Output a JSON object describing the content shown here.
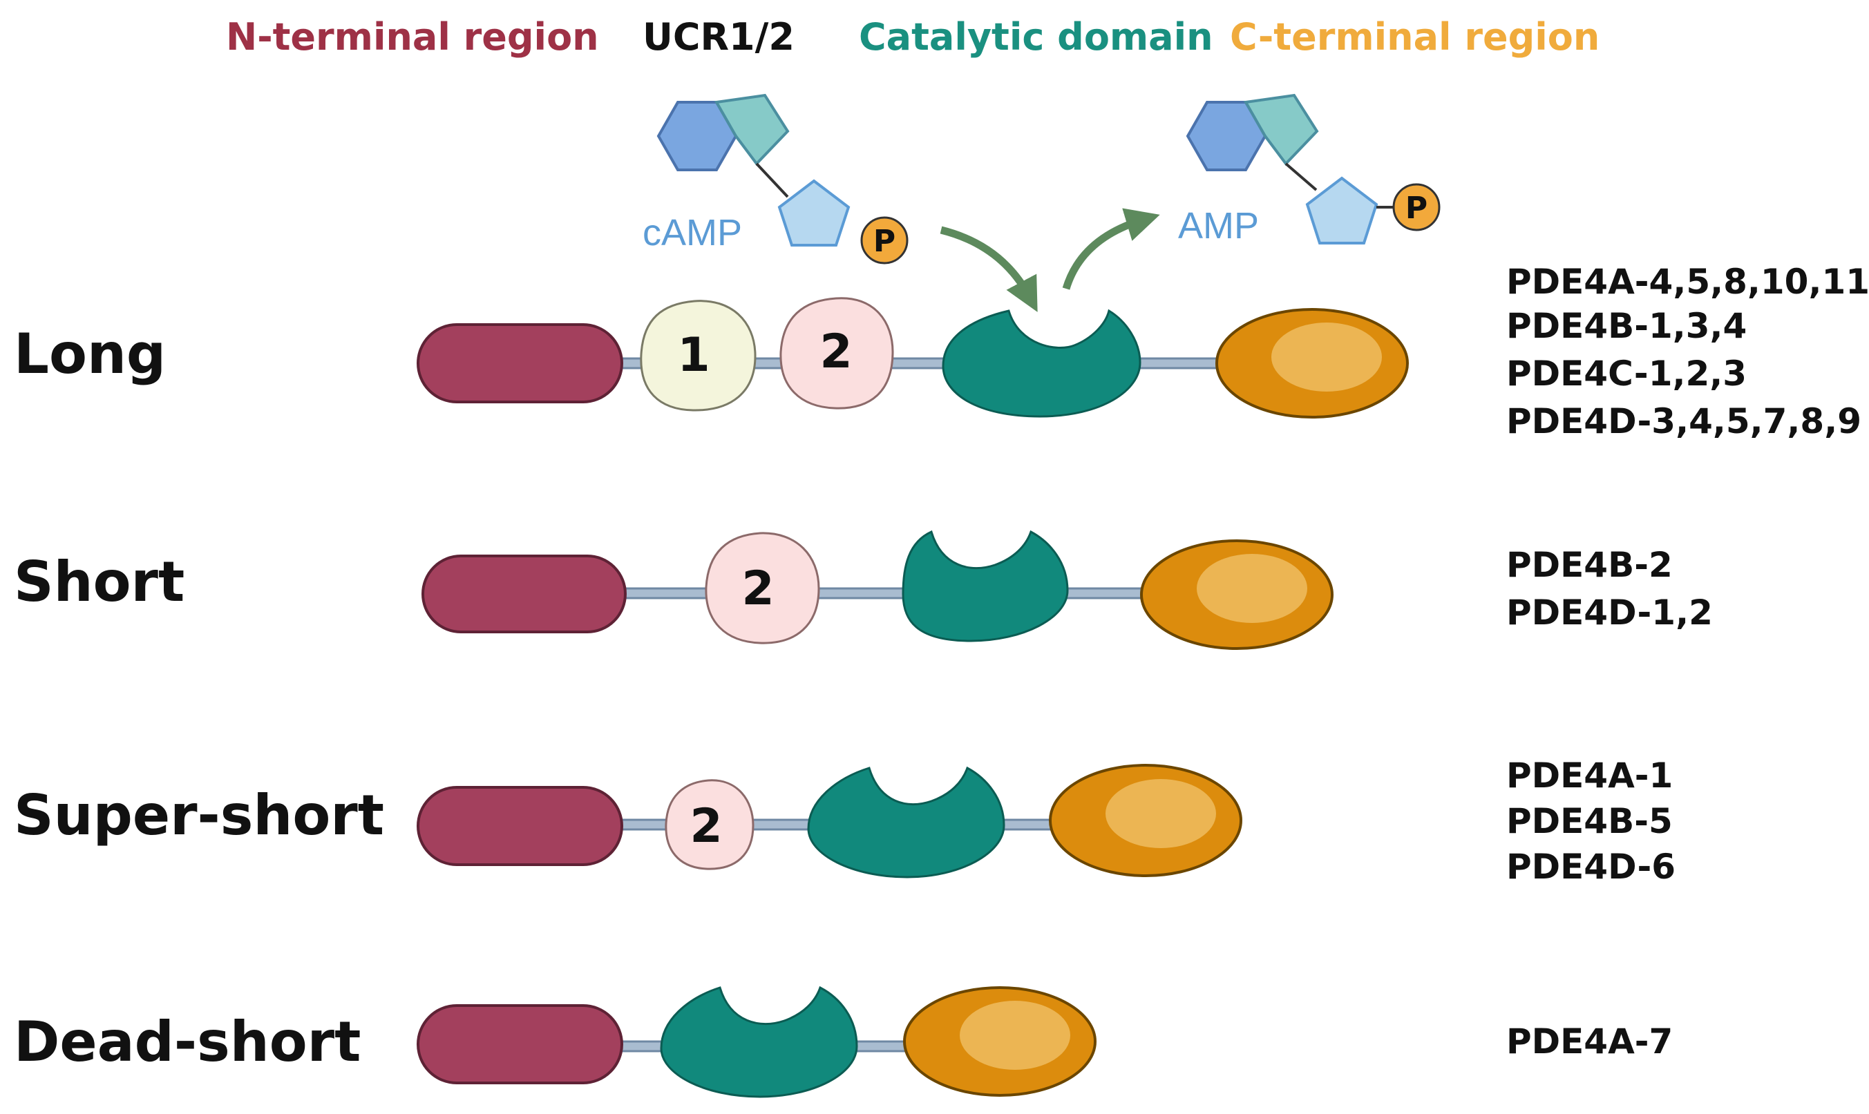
{
  "legend": [
    {
      "label": "N-terminal region",
      "color": "#9e3146"
    },
    {
      "label": "UCR1/2",
      "color": "#111111"
    },
    {
      "label": "Catalytic domain",
      "color": "#1a9080"
    },
    {
      "label": "C-terminal region",
      "color": "#f0ab3c"
    }
  ],
  "reaction": {
    "substrate": "cAMP",
    "product": "AMP",
    "phosphate": "P"
  },
  "variants": [
    {
      "name": "Long",
      "ucr": [
        "1",
        "2"
      ],
      "isoforms": [
        "PDE4A-4,5,8,10,11",
        "PDE4B-1,3,4",
        "PDE4C-1,2,3",
        "PDE4D-3,4,5,7,8,9"
      ]
    },
    {
      "name": "Short",
      "ucr": [
        "2"
      ],
      "isoforms": [
        "PDE4B-2",
        "PDE4D-1,2"
      ]
    },
    {
      "name": "Super-short",
      "ucr": [
        "2"
      ],
      "isoforms": [
        "PDE4A-1",
        "PDE4B-5",
        "PDE4D-6"
      ]
    },
    {
      "name": "Dead-short",
      "ucr": [],
      "isoforms": [
        "PDE4A-7"
      ]
    }
  ],
  "colors": {
    "n_terminal": "#a3405d",
    "ucr1": "#f4f5dc",
    "ucr2": "#fbdfdf",
    "catalytic": "#11897c",
    "c_terminal": "#dc8c0d",
    "c_terminal_highlight": "#ecb553",
    "linker": "#a9bcd0",
    "hexagon": "#7aa6e0",
    "pentagon_top": "#86cac8",
    "pentagon_bottom": "#b6d8f0",
    "phosphate": "#f2a93b",
    "arrow": "#5d8a5d"
  }
}
